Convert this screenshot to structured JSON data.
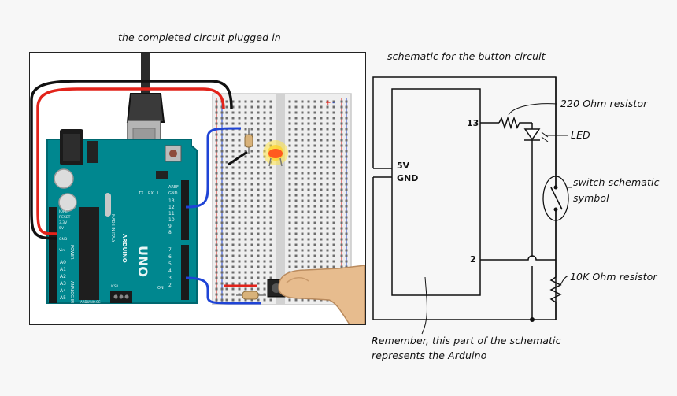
{
  "photo": {
    "caption": "the completed circuit plugged in",
    "board": {
      "brand": "ARDUINO",
      "model": "UNO",
      "made_in": "MADE IN ITALY",
      "label_ioref": "IOREF",
      "label_reset": "RESET",
      "label_33v": "3.3V",
      "label_5v": "5V",
      "label_gnd": "GND",
      "label_vin": "Vin",
      "label_power": "POWER",
      "label_analog_in": "ANALOG IN",
      "label_aref": "AREF",
      "label_tx": "TX",
      "label_rx": "RX",
      "label_on": "ON",
      "label_l": "L",
      "label_icsp": "ICSP",
      "label_website": "ARDUINO.CC",
      "analog_pins": [
        "A0",
        "A1",
        "A2",
        "A3",
        "A4",
        "A5"
      ],
      "digital_pins": [
        "13",
        "12",
        "11",
        "10",
        "9",
        "8",
        "7",
        "6",
        "5",
        "4",
        "3",
        "2"
      ]
    },
    "breadboard": {
      "plus_label": "+",
      "minus_label": "-"
    },
    "colors": {
      "board": "#00878f",
      "wire_red": "#e2231a",
      "wire_black": "#111111",
      "wire_blue": "#1f44d6",
      "led": "#ff5a1f"
    }
  },
  "schematic": {
    "caption": "schematic for the button circuit",
    "pin_5v": "5V",
    "pin_gnd": "GND",
    "pin_13": "13",
    "pin_2": "2",
    "label_220_resistor": "220 Ohm resistor",
    "label_led": "LED",
    "label_switch_line1": "switch schematic",
    "label_switch_line2": "symbol",
    "label_10k_resistor": "10K Ohm resistor",
    "note_line1": "Remember, this part of the schematic",
    "note_line2": "represents the Arduino"
  }
}
